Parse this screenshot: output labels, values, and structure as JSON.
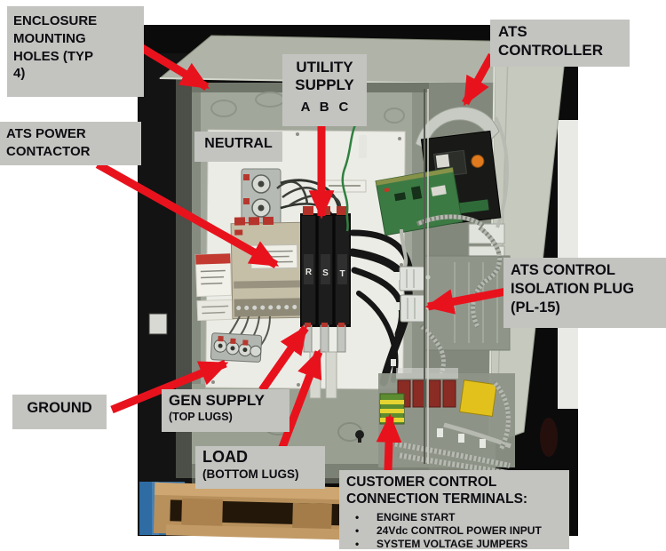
{
  "colors": {
    "label-bg": "#c3c4c0",
    "label-text": "#0d0d12",
    "arrow-red": "#e8121d",
    "photo-bg": "#0b0b0b",
    "cabinet": "#a2a79b",
    "cabinet-top": "#b0b4a8",
    "door": "#c6c9be",
    "panel-white": "#ecece6",
    "pallet": "#b8905c",
    "floor-blue": "#2e6ca3"
  },
  "labels": {
    "enclosure_mounting_holes": {
      "line1": "ENCLOSURE",
      "line2": "MOUNTING",
      "line3": "HOLES (TYP",
      "line4": "4)"
    },
    "ats_power_contactor": {
      "line1": "ATS POWER",
      "line2": "CONTACTOR"
    },
    "neutral": {
      "text": "NEUTRAL"
    },
    "utility_supply": {
      "line1": "UTILITY",
      "line2": "SUPPLY",
      "phases": "A B C"
    },
    "ats_controller": {
      "line1": "ATS",
      "line2": "CONTROLLER"
    },
    "ats_control_isolation_plug": {
      "line1": "ATS CONTROL",
      "line2": "ISOLATION PLUG",
      "line3": "(PL-15)"
    },
    "ground": {
      "text": "GROUND"
    },
    "gen_supply": {
      "title": "GEN SUPPLY",
      "subtitle": "(TOP LUGS)"
    },
    "load": {
      "title": "LOAD",
      "subtitle": "(BOTTOM LUGS)"
    },
    "customer_control": {
      "title1": "CUSTOMER CONTROL",
      "title2": "CONNECTION TERMINALS:",
      "bullet1": "ENGINE START",
      "bullet2": "24Vdc CONTROL POWER INPUT",
      "bullet3": "SYSTEM VOLTAGE JUMPERS"
    }
  },
  "photo": {
    "breaker_letters": {
      "r": "R",
      "s": "S",
      "t": "T"
    }
  }
}
